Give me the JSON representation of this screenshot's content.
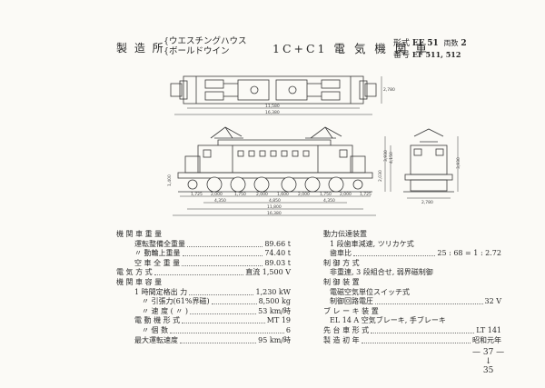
{
  "header": {
    "maker_label": "製 造 所",
    "maker_lines": [
      "{ウエスチングハウス",
      "{ボールドウイン"
    ],
    "title": "1C+C1 電 気 機 関 車",
    "form_label": "形式",
    "form_value": "EF 51",
    "count_label": "両数",
    "count_value": "2",
    "number_label": "番号",
    "number_value": "EF 511, 512"
  },
  "drawing": {
    "top_dims": [
      "11,580",
      "16,380"
    ],
    "top_height": "2,780",
    "side_dims": [
      "1,725",
      "2,000",
      "1,750",
      "2,000",
      "1,600",
      "2,000",
      "1,750",
      "2,000",
      "1,725"
    ],
    "side_sub": [
      "4,350",
      "4,850",
      "4,350"
    ],
    "side_total": [
      "11,800",
      "16,380"
    ],
    "side_heights": [
      "3,930",
      "4,150",
      "2,030"
    ],
    "wheel_dia": "1,400",
    "front_width": "2,780",
    "front_height": "3,930"
  },
  "specs_left": [
    {
      "label": "機 関 車 重 量",
      "value": "",
      "indent": 0
    },
    {
      "label": "運転整備全重量",
      "value": "89.66 t",
      "indent": 2
    },
    {
      "label": "〃  動輪上重量",
      "value": "74.40 t",
      "indent": 2
    },
    {
      "label": "空 車 全 重 量",
      "value": "89.03 t",
      "indent": 2
    },
    {
      "label": "電  気  方  式",
      "value": "直流 1,500 V",
      "indent": 0
    },
    {
      "label": "機 関 車 容 量",
      "value": "",
      "indent": 0
    },
    {
      "label": "1 時間定格出 力",
      "value": "1,230 kW",
      "indent": 2
    },
    {
      "label": "〃  引張力(61%界磁)",
      "value": "8,500 kg",
      "indent": 3
    },
    {
      "label": "〃  速 度 (  〃  )",
      "value": "53 km/時",
      "indent": 3
    },
    {
      "label": "電 動 機 形 式",
      "value": "MT 19",
      "indent": 2
    },
    {
      "label": "〃  個 数",
      "value": "6",
      "indent": 3
    },
    {
      "label": "最大運転速度",
      "value": "95 km/時",
      "indent": 2
    }
  ],
  "specs_right": [
    {
      "label": "動力伝達装置",
      "value": "",
      "indent": 0
    },
    {
      "label": "1 段歯車減速, ツリカケ式",
      "value": "",
      "indent": 1
    },
    {
      "label": "歯車比",
      "value": "25 : 68 = 1 : 2.72",
      "indent": 1
    },
    {
      "label": "制  御  方  式",
      "value": "",
      "indent": 0
    },
    {
      "label": "非重連, 3 段組合せ, 弱界磁制御",
      "value": "",
      "indent": 1
    },
    {
      "label": "制  御  装  置",
      "value": "",
      "indent": 0
    },
    {
      "label": "電磁空気単位スイッチ式",
      "value": "",
      "indent": 1
    },
    {
      "label": "制御回路電圧",
      "value": "32 V",
      "indent": 1
    },
    {
      "label": "ブ レ ー キ 装 置",
      "value": "",
      "indent": 0
    },
    {
      "label": "EL 14 A 空気ブレーキ, 手ブレーキ",
      "value": "",
      "indent": 1
    },
    {
      "label": "先 台 車 形 式",
      "value": "LT 141",
      "indent": 0
    },
    {
      "label": "製  造  初  年",
      "value": "昭和元年",
      "indent": 0
    }
  ],
  "page_numbers": [
    "— 37 —",
    "↓",
    "35"
  ]
}
